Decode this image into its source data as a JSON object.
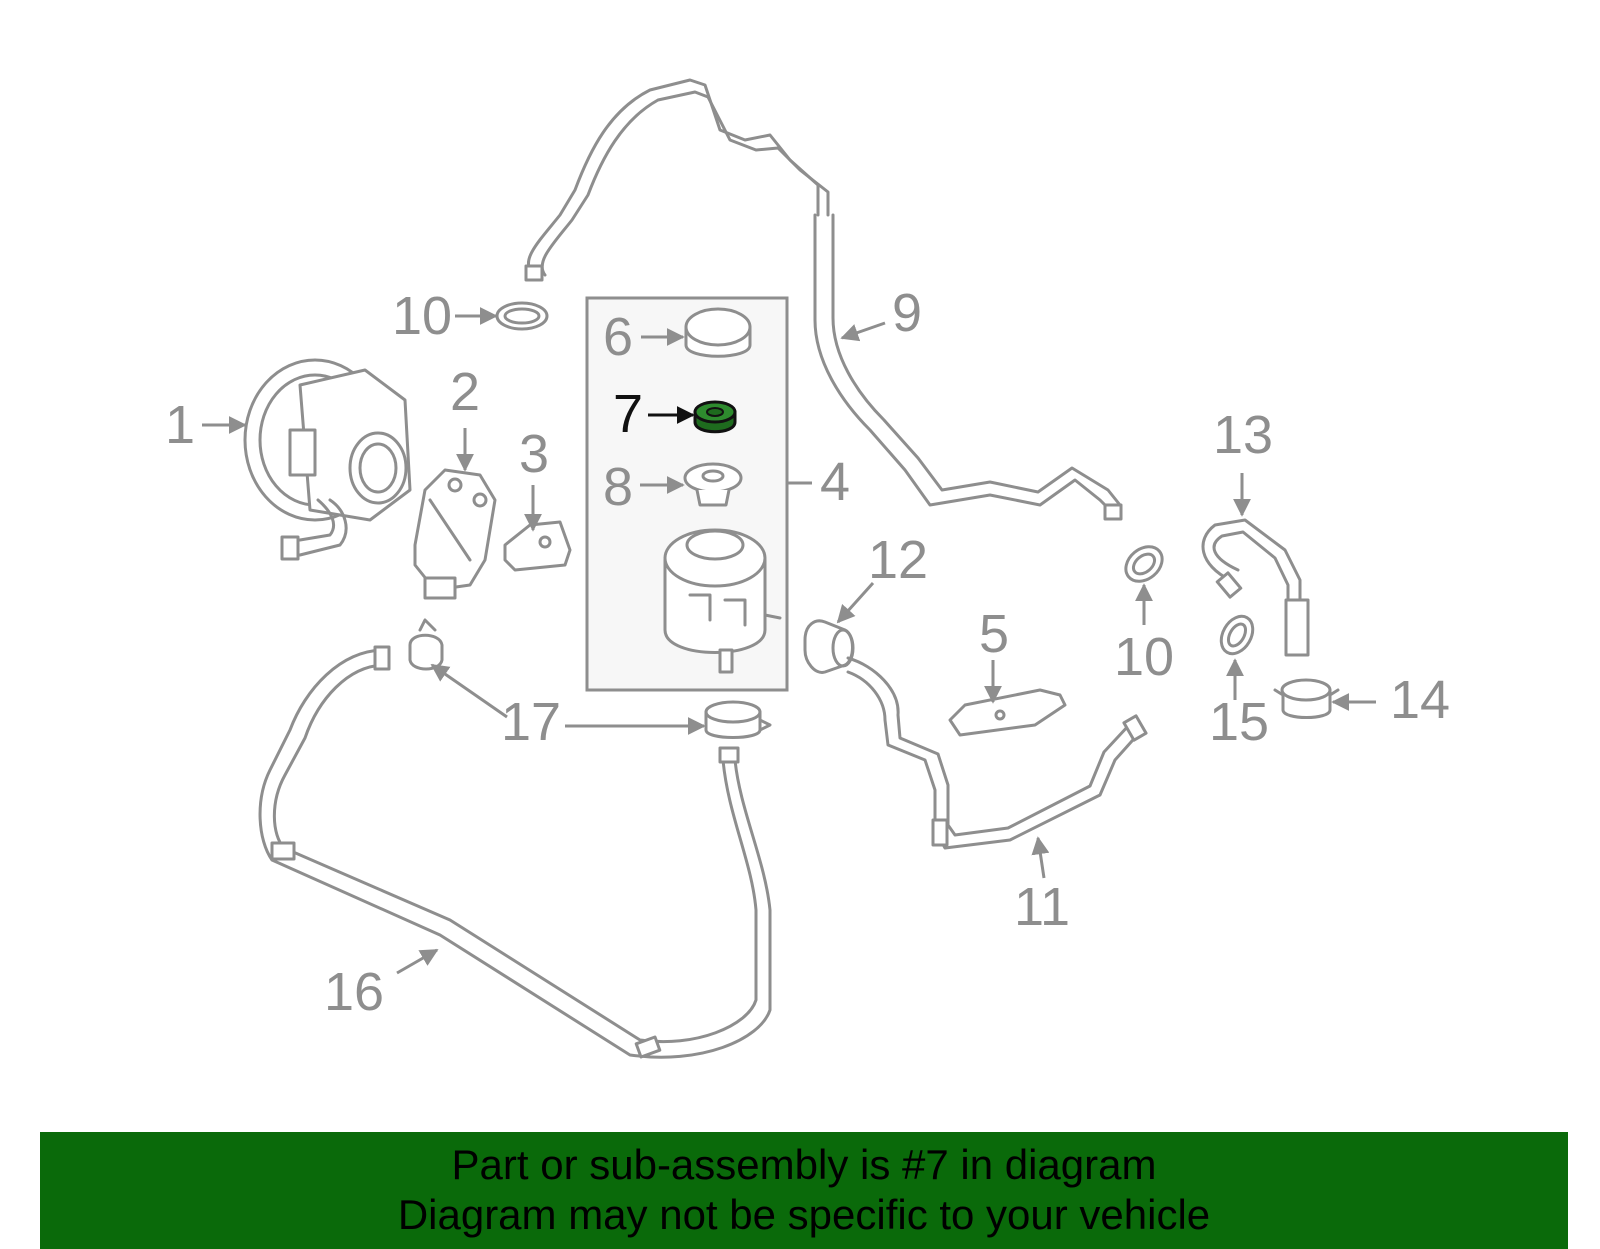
{
  "colors": {
    "line": "#8e8e8e",
    "highlight_part": "#1e6b1e",
    "highlight_text": "#111111",
    "banner_bg": "#0a6a0a",
    "banner_text": "#000000",
    "box_fill": "#f7f7f7"
  },
  "callouts": {
    "c1": "1",
    "c2": "2",
    "c3": "3",
    "c4": "4",
    "c5": "5",
    "c6": "6",
    "c7": "7",
    "c8": "8",
    "c9": "9",
    "c10a": "10",
    "c10b": "10",
    "c11": "11",
    "c12": "12",
    "c13": "13",
    "c14": "14",
    "c15": "15",
    "c16": "16",
    "c17": "17"
  },
  "highlighted_part": "7",
  "banner": {
    "line1": "Part or sub-assembly is #7 in diagram",
    "line2": "Diagram may not be specific to your vehicle"
  }
}
